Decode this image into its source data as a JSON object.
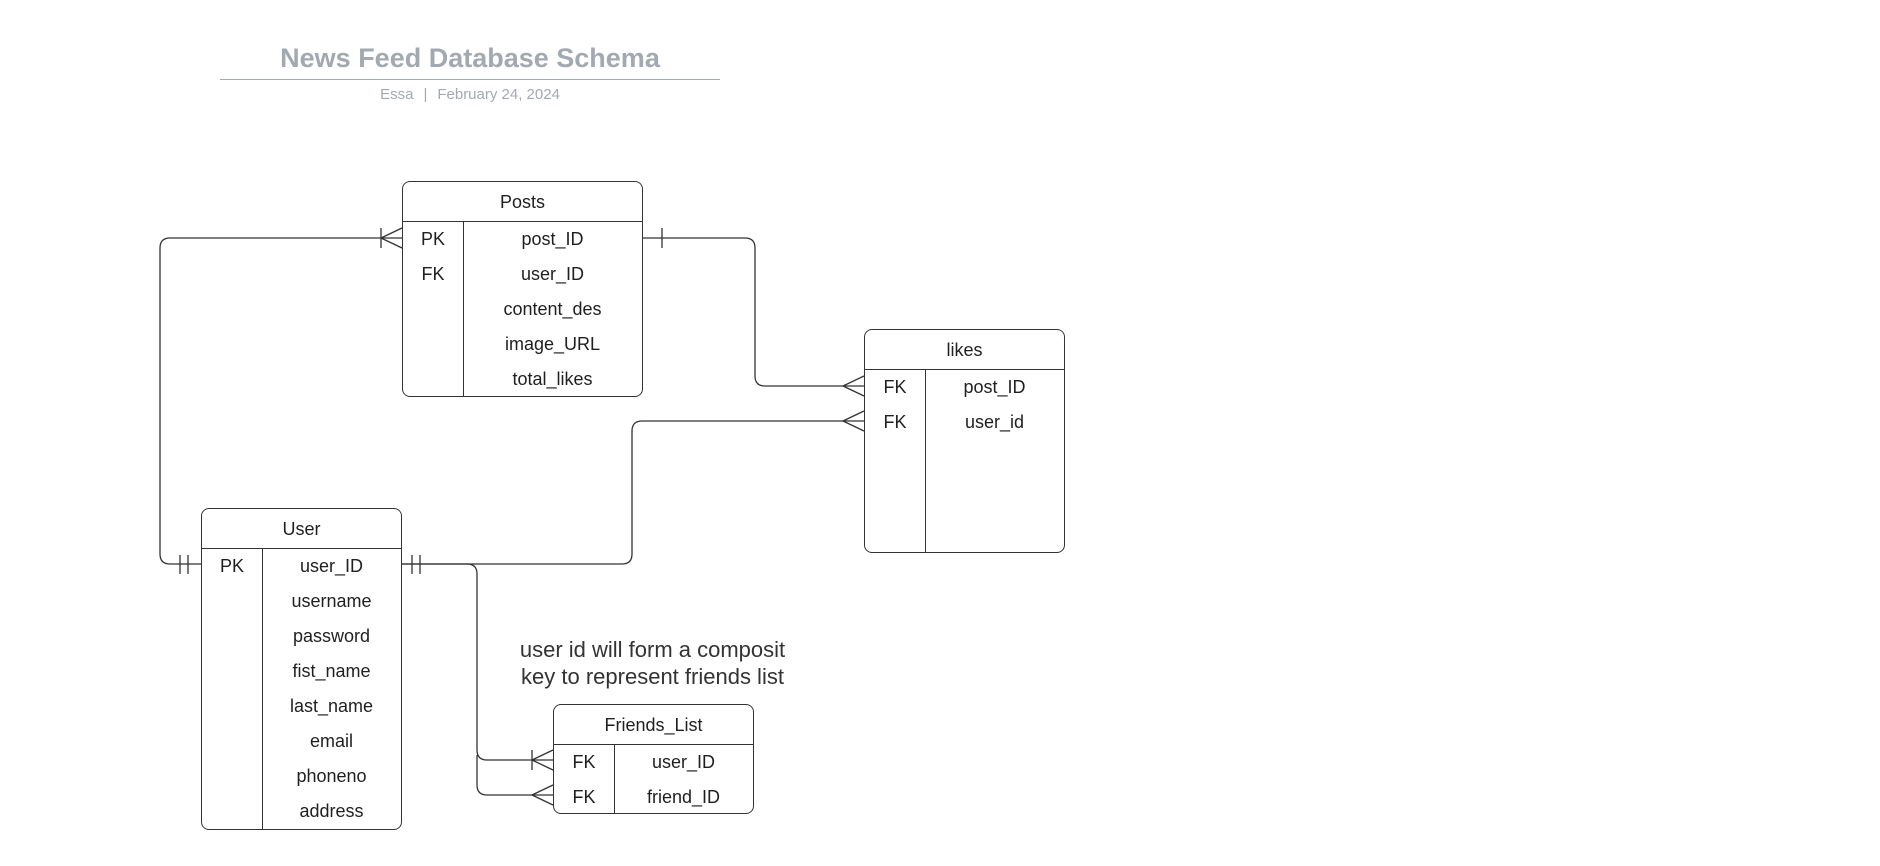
{
  "header": {
    "title": "News Feed Database Schema",
    "author": "Essa",
    "separator": "|",
    "date": "February 24, 2024"
  },
  "entities": {
    "posts": {
      "name": "Posts",
      "rows": [
        {
          "key": "PK",
          "field": "post_ID"
        },
        {
          "key": "FK",
          "field": "user_ID"
        },
        {
          "key": "",
          "field": "content_des"
        },
        {
          "key": "",
          "field": "image_URL"
        },
        {
          "key": "",
          "field": "total_likes"
        }
      ]
    },
    "likes": {
      "name": "likes",
      "rows": [
        {
          "key": "FK",
          "field": "post_ID"
        },
        {
          "key": "FK",
          "field": "user_id"
        }
      ]
    },
    "user": {
      "name": "User",
      "rows": [
        {
          "key": "PK",
          "field": "user_ID"
        },
        {
          "key": "",
          "field": "username"
        },
        {
          "key": "",
          "field": "password"
        },
        {
          "key": "",
          "field": "fist_name"
        },
        {
          "key": "",
          "field": "last_name"
        },
        {
          "key": "",
          "field": "email"
        },
        {
          "key": "",
          "field": "phoneno"
        },
        {
          "key": "",
          "field": "address"
        }
      ]
    },
    "friends_list": {
      "name": "Friends_List",
      "rows": [
        {
          "key": "FK",
          "field": "user_ID"
        },
        {
          "key": "FK",
          "field": "friend_ID"
        }
      ]
    }
  },
  "note": {
    "line1": "user id will form a composit",
    "line2": "key to represent friends list"
  }
}
